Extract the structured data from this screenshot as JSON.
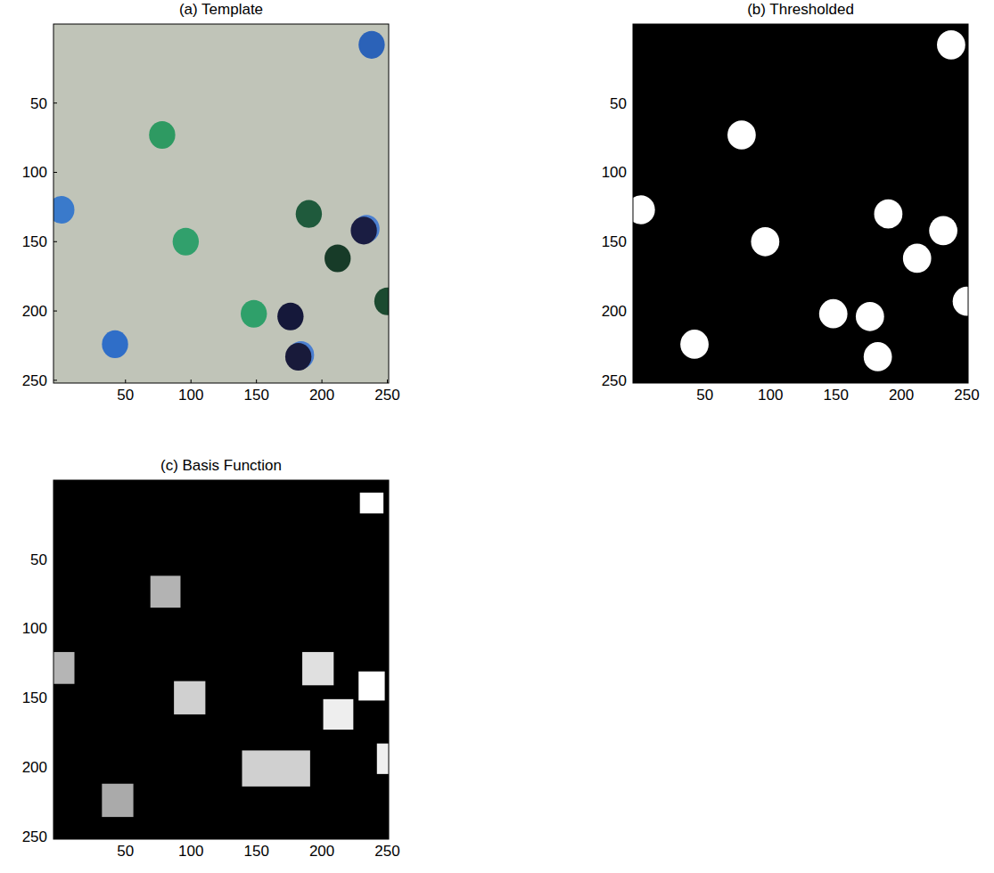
{
  "diagram": {
    "labels": [
      "(a) Template",
      "50",
      "100",
      "150",
      "200",
      "250",
      "50",
      "100",
      "150",
      "200",
      "250",
      "(b) Thresholded",
      "50",
      "100",
      "150",
      "200",
      "250",
      "50",
      "100",
      "150",
      "200",
      "250",
      "(c) Basis Function",
      "50",
      "100",
      "150",
      "200",
      "250",
      "50",
      "100",
      "150",
      "200",
      "250"
    ]
  }
}
